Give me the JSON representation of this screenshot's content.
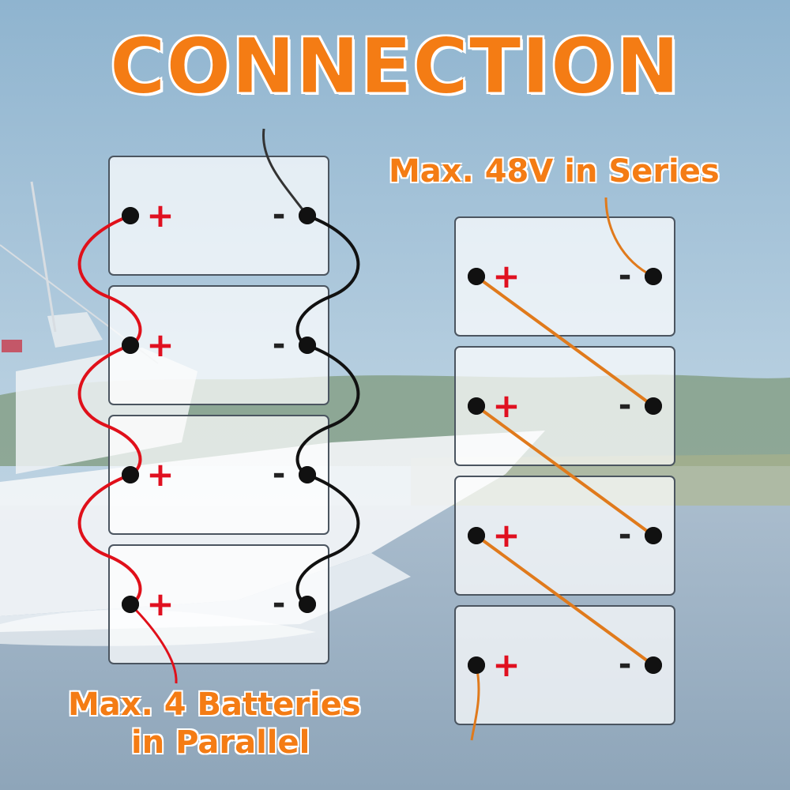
{
  "title": "CONNECTION",
  "series": {
    "caption": "Max. 48V in Series",
    "battery_count": 4,
    "positive_symbol": "+",
    "negative_symbol": "-",
    "wire_color": "#e07a1c"
  },
  "parallel": {
    "caption_line1": "Max. 4 Batteries",
    "caption_line2": "in Parallel",
    "battery_count": 4,
    "positive_symbol": "+",
    "negative_symbol": "-",
    "positive_wire_color": "#e0101a",
    "negative_wire_color": "#111111"
  },
  "colors": {
    "accent": "#f47c14",
    "plus_sign": "#e01020",
    "terminal": "#111111"
  }
}
